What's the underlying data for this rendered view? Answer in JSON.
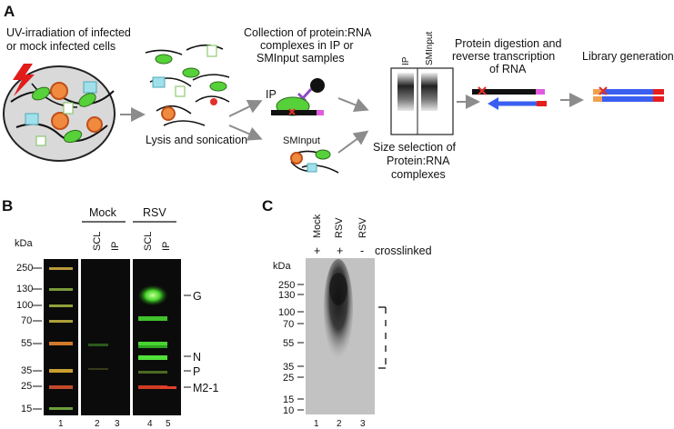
{
  "panels": {
    "a": {
      "letter": "A",
      "step1": [
        "UV-irradiation of infected",
        "or mock infected cells"
      ],
      "step2": "Lysis and sonication",
      "step3": [
        "Collection of protein:RNA",
        "complexes in IP or",
        "SMInput samples"
      ],
      "ip_label": "IP",
      "sminput_label": "SMInput",
      "gel_lane_ip": "IP",
      "gel_lane_sminput": "SMInput",
      "size_selection": [
        "Size selection of",
        "Protein:RNA",
        "complexes"
      ],
      "step5": [
        "Protein digestion and",
        "reverse transcription",
        "of RNA"
      ],
      "step6": "Library generation"
    },
    "b": {
      "letter": "B",
      "kda": "kDa",
      "group_mock": "Mock",
      "group_rsv": "RSV",
      "lane_headers": [
        "SCL",
        "IP",
        "SCL",
        "IP"
      ],
      "markers": [
        "250",
        "130",
        "100",
        "70",
        "55",
        "35",
        "25",
        "15"
      ],
      "band_labels": [
        "G",
        "N",
        "P",
        "M2-1"
      ],
      "lane_numbers": [
        "1",
        "2",
        "3",
        "4",
        "5"
      ]
    },
    "c": {
      "letter": "C",
      "kda": "kDa",
      "lane_headers": [
        "Mock",
        "RSV",
        "RSV"
      ],
      "crosslink_signs": [
        "+",
        "+",
        "-"
      ],
      "crosslinked_label": "crosslinked",
      "markers": [
        "250",
        "130",
        "100",
        "70",
        "55",
        "35",
        "25",
        "15",
        "10"
      ],
      "lane_numbers": [
        "1",
        "2",
        "3"
      ]
    }
  }
}
